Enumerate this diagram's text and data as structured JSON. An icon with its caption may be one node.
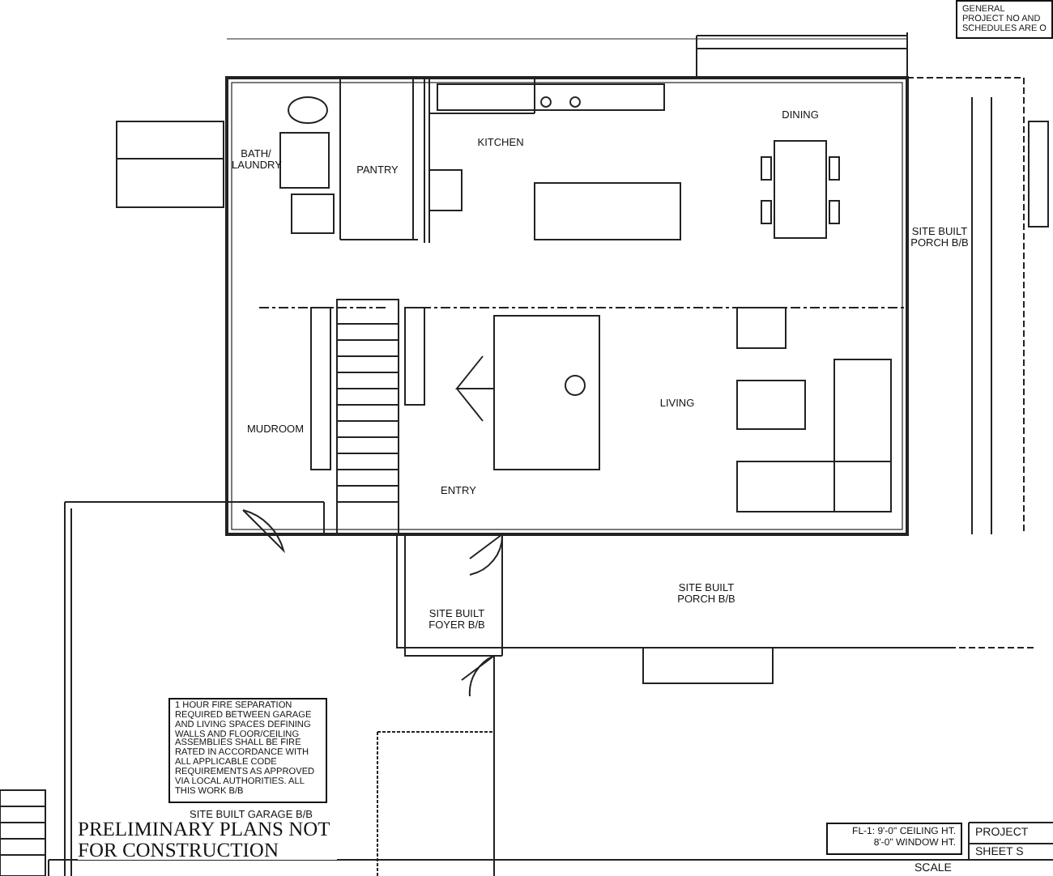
{
  "diagram": {
    "nodes": [
      {
        "text": [
          "1 HOUR FIRE SEPARATION REQUIRED BETWEEN GARAGE AND LIVING SPACES DEFINING WALLS AND FLOOR/CEILING ASSEMBLIES SHALL BE FIRE RATED IN ACCORDANCE WITH ALL APPLICABLE CODE REQUIREMENTS AS APPROVED VIA LOCAL AUTHORITIES. ALL THIS WORK B/B"
        ]
      },
      {
        "text": [
          "FL-1: 9'-0\" CEILING HT. 8'-0\" WINDOW HT."
        ]
      },
      {
        "text": [
          "GENERAL PROJECT NO AND SCHEDULES ARE O"
        ]
      }
    ],
    "labels": [
      "BATH/ LAUNDRY",
      "PANTRY",
      "KITCHEN",
      "DINING",
      "MUDROOM",
      "ENTRY",
      "LIVING",
      "SITE BUILT PORCH B/B",
      "SITE BUILT FOYER B/B",
      "SITE BUILT PORCH B/B",
      "SITE BUILT GARAGE B/B",
      "PRELIMINARY PLANS NOT FOR CONSTRUCTION",
      "SCALE",
      "PROJECT",
      "SHEET S"
    ]
  }
}
